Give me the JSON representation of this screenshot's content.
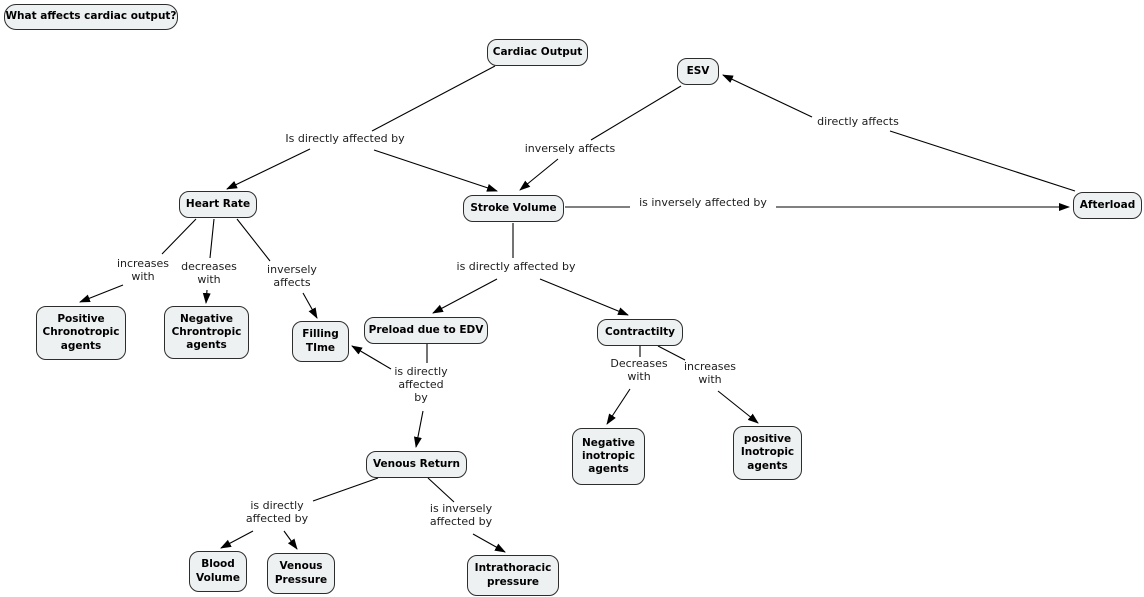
{
  "colors": {
    "background": "#ffffff",
    "node_fill": "#eef1f2",
    "node_border": "#2d2d2d",
    "line": "#000000",
    "label_text": "#1c1c1c"
  },
  "question": {
    "label": "What affects cardiac output?"
  },
  "nodes": [
    {
      "id": "cardiac-output",
      "label": "Cardiac Output"
    },
    {
      "id": "esv",
      "label": "ESV"
    },
    {
      "id": "heart-rate",
      "label": "Heart Rate"
    },
    {
      "id": "stroke-volume",
      "label": "Stroke Volume"
    },
    {
      "id": "afterload",
      "label": "Afterload"
    },
    {
      "id": "positive-chronotropic-agents",
      "label": "Positive\nChronotropic\nagents"
    },
    {
      "id": "negative-chrontropic-agents",
      "label": "Negative\nChrontropic\nagents"
    },
    {
      "id": "filling-time",
      "label": "Filling\nTIme"
    },
    {
      "id": "preload-due-to-edv",
      "label": "Preload due to EDV"
    },
    {
      "id": "contractilty",
      "label": "Contractilty"
    },
    {
      "id": "venous-return",
      "label": "Venous Return"
    },
    {
      "id": "negative-inotropic-agents",
      "label": "Negative\ninotropic\nagents"
    },
    {
      "id": "positive-inotropic-agents",
      "label": "positive\nInotropic\nagents"
    },
    {
      "id": "blood-volume",
      "label": "Blood\nVolume"
    },
    {
      "id": "venous-pressure",
      "label": "Venous\nPressure"
    },
    {
      "id": "intrathoracic-pressure",
      "label": "Intrathoracic\npressure"
    }
  ],
  "edge_labels": [
    {
      "id": "co-is-directly-affected-by",
      "text": "Is directly affected by"
    },
    {
      "id": "esv-inversely-affects",
      "text": "inversely affects"
    },
    {
      "id": "afterload-directly-affects",
      "text": "directly affects"
    },
    {
      "id": "sv-is-inversely-affected-by",
      "text": "is inversely affected by"
    },
    {
      "id": "hr-increases-with",
      "text": "increases\nwith"
    },
    {
      "id": "hr-decreases-with",
      "text": "decreases\nwith"
    },
    {
      "id": "hr-inversely-affects",
      "text": "inversely\naffects"
    },
    {
      "id": "sv-is-directly-affected-by",
      "text": "is directly affected by"
    },
    {
      "id": "preload-is-directly-affected-by",
      "text": "is directly\naffected\nby"
    },
    {
      "id": "contractilty-decreases-with",
      "text": "Decreases\nwith"
    },
    {
      "id": "contractilty-increases-with",
      "text": "increases\nwith"
    },
    {
      "id": "vr-is-directly-affected-by",
      "text": "is directly\naffected by"
    },
    {
      "id": "vr-is-inversely-affected-by",
      "text": "is inversely\naffected by"
    }
  ]
}
